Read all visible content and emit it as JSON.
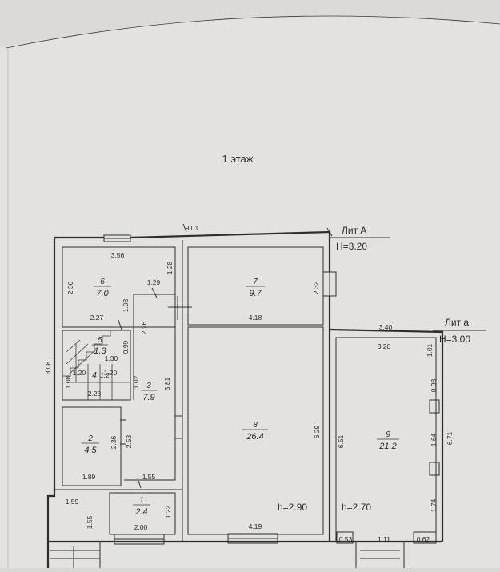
{
  "floor_title": "1 этаж",
  "lit_a": {
    "label": "Лит А",
    "height": "H=3.20"
  },
  "lit_a_small": {
    "label": "Лит а",
    "height": "H=3.00"
  },
  "room_heights": {
    "main": "h=2.90",
    "annex": "h=2.70"
  },
  "rooms": [
    {
      "no": "1",
      "area": "2.4"
    },
    {
      "no": "2",
      "area": "4.5"
    },
    {
      "no": "3",
      "area": "7.9"
    },
    {
      "no": "4",
      "area": "1.2"
    },
    {
      "no": "5",
      "area": "1.3"
    },
    {
      "no": "6",
      "area": "7.0"
    },
    {
      "no": "7",
      "area": "9.7"
    },
    {
      "no": "8",
      "area": "26.4"
    },
    {
      "no": "9",
      "area": "21.2"
    }
  ],
  "dims": {
    "d901": "9.01",
    "d356": "3.56",
    "d128": "1.28",
    "d129": "1.29",
    "d236a": "2.36",
    "d232": "2.32",
    "d418": "4.18",
    "d340": "3.40",
    "d320": "3.20",
    "d101": "1.01",
    "d227": "2.27",
    "d108a": "1.08",
    "d226": "2.26",
    "d099": "0.99",
    "d130": "1.30",
    "d808": "8.08",
    "d108b": "1.08",
    "d120a": "1.20",
    "d120b": "1.20",
    "d102": "1.02",
    "d228": "2.28",
    "d581": "5.81",
    "d098": "0.98",
    "d629": "6.29",
    "d651": "6.51",
    "d164": "1.64",
    "d671": "6.71",
    "d236b": "2.36",
    "d253": "2.53",
    "d189": "1.89",
    "d155a": "1.55",
    "d159": "1.59",
    "d155b": "1.55",
    "d122": "1.22",
    "d200": "2.00",
    "d419": "4.19",
    "d174": "1.74",
    "d053": "0.53",
    "d111": "1.11",
    "d062": "0.62"
  }
}
